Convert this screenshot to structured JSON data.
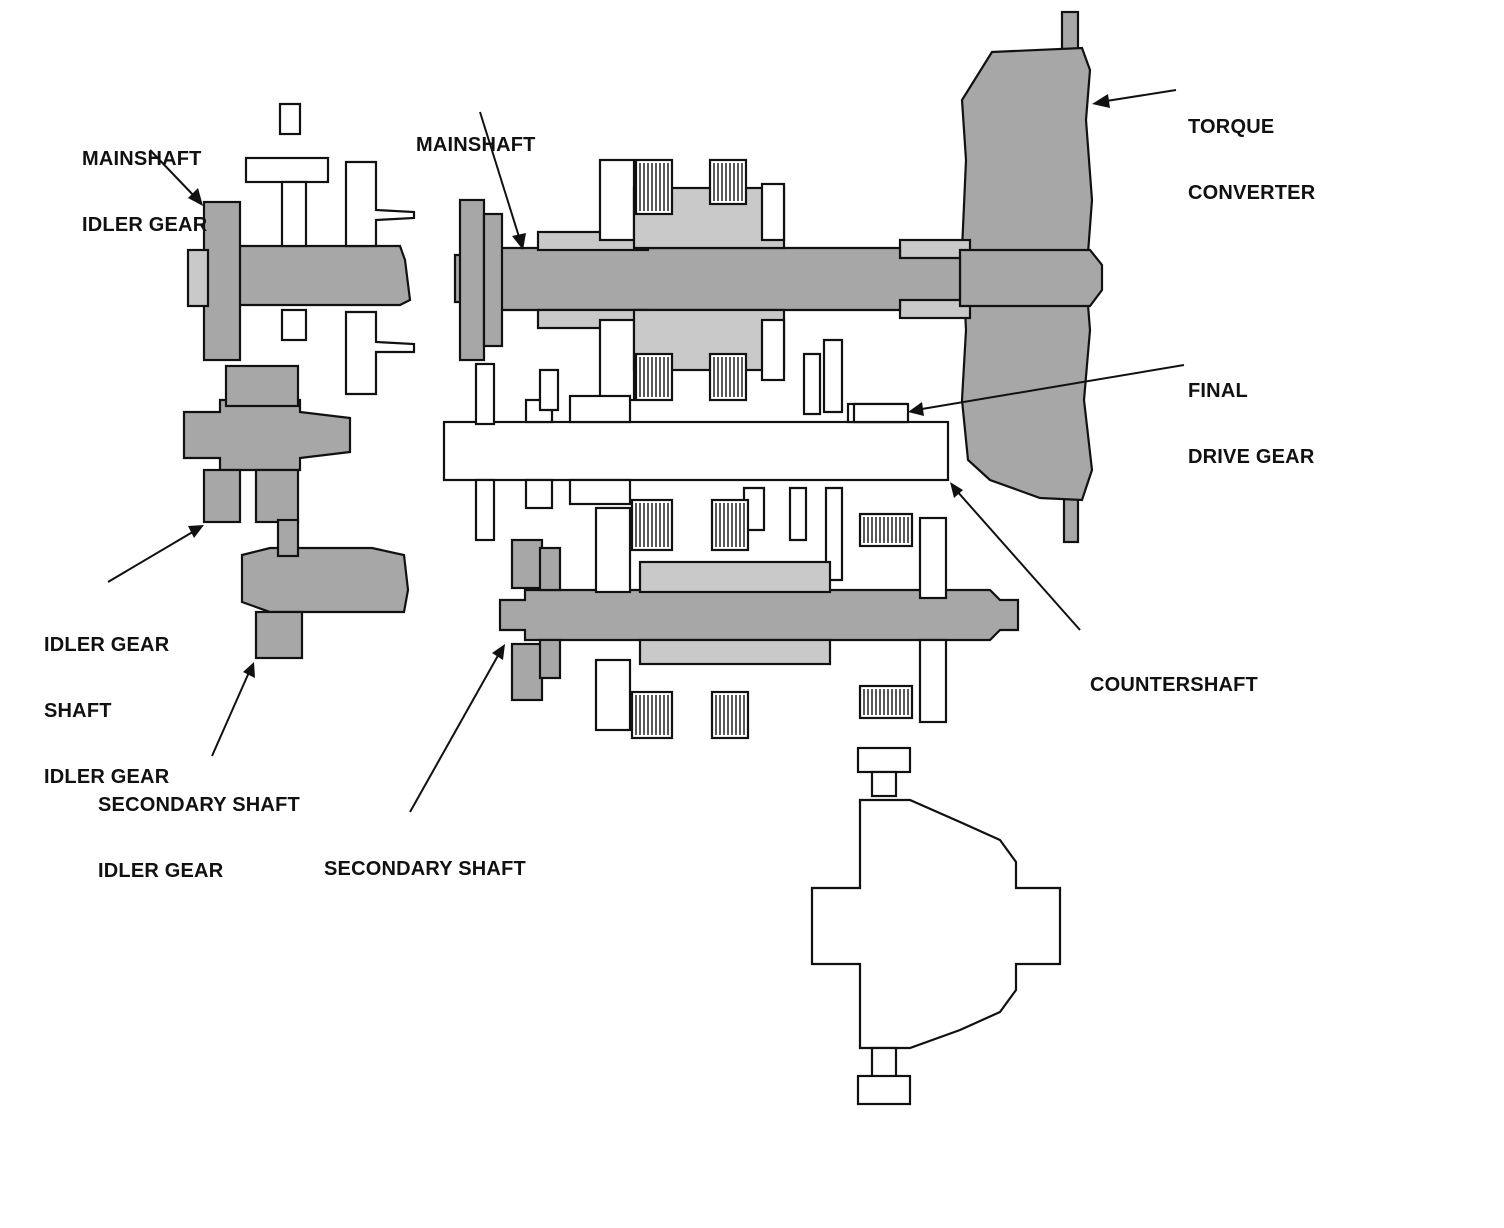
{
  "labels": {
    "torque_converter": [
      "TORQUE",
      "CONVERTER"
    ],
    "mainshaft": [
      "MAINSHAFT"
    ],
    "mainshaft_idler_gear": [
      "MAINSHAFT",
      "IDLER GEAR"
    ],
    "final_drive_gear": [
      "FINAL",
      "DRIVE GEAR"
    ],
    "countershaft": [
      "COUNTERSHAFT"
    ],
    "idler_gear_shaft_idler_gear": [
      "IDLER GEAR",
      "SHAFT",
      "IDLER GEAR"
    ],
    "secondary_shaft_idler_gear": [
      "SECONDARY SHAFT",
      "IDLER GEAR"
    ],
    "secondary_shaft": [
      "SECONDARY SHAFT"
    ]
  },
  "colors": {
    "ink": "#111111",
    "shaded_part": "#a7a7a7",
    "light_part": "#c9c9c9",
    "paper": "#ffffff"
  }
}
